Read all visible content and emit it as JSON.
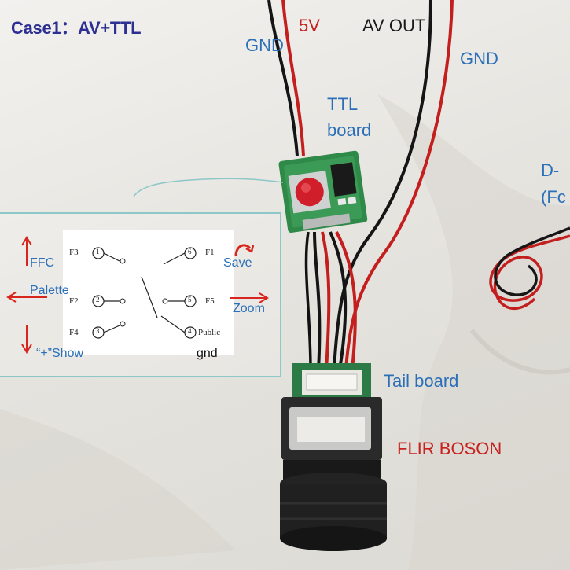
{
  "title": "Case1：AV+TTL",
  "labels": {
    "gnd_top": "GND",
    "v5": "5V",
    "av_out": "AV OUT",
    "gnd_right": "GND",
    "ttl_board_line1": "TTL",
    "ttl_board_line2": "board",
    "d_line1": "D-",
    "d_line2": "(Fc",
    "tail_board": "Tail board",
    "flir_boson": "FLIR BOSON"
  },
  "switch_panel": {
    "f3": "F3",
    "f2": "F2",
    "f4": "F4",
    "f1": "F1",
    "f5": "F5",
    "public": "Public",
    "n1": "1",
    "n2": "2",
    "n3": "3",
    "n4": "4",
    "n5": "5",
    "n6": "6",
    "ffc": "FFC",
    "palette": "Palette",
    "show": "“+”Show",
    "save": "Save",
    "zoom": "Zoom",
    "gnd": "gnd"
  },
  "colors": {
    "title": "#2e2f93",
    "label_blue": "#2a6fb8",
    "label_red": "#c8201c",
    "arrow_red": "#d8261f",
    "pcb_green": "#2f8a4a",
    "button_red": "#d01f2a"
  }
}
